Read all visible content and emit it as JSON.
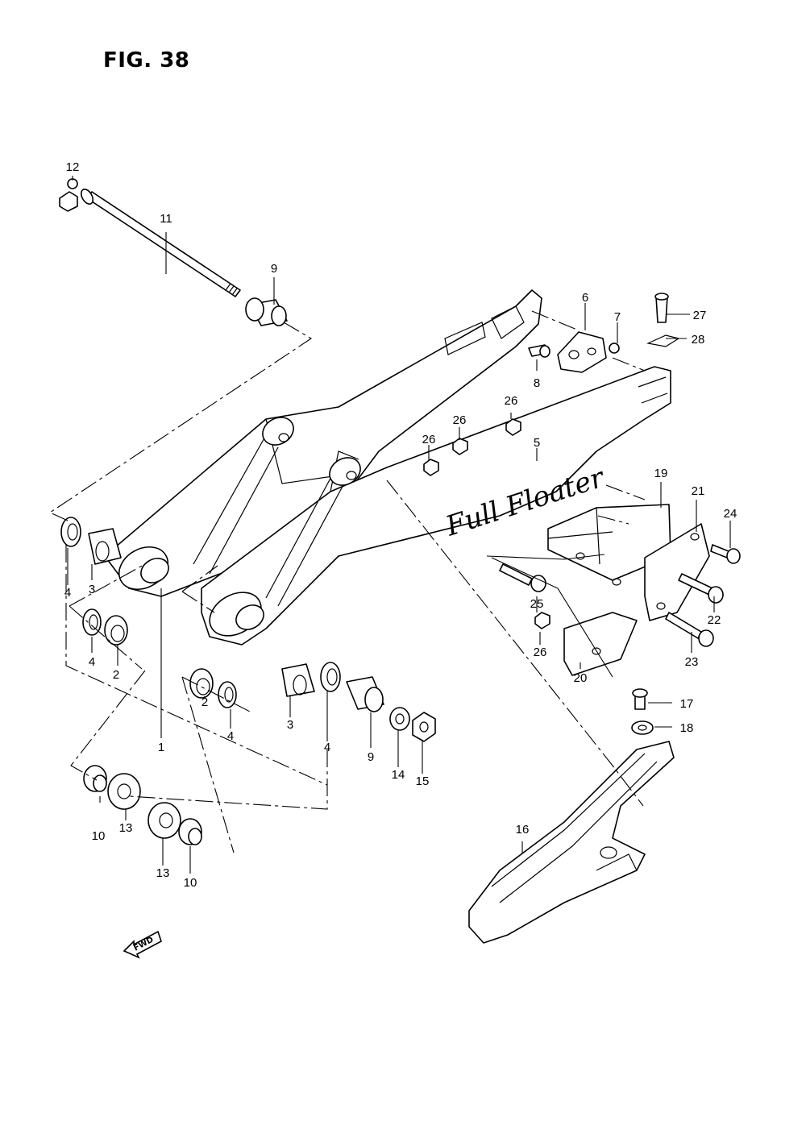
{
  "figure": {
    "title": "FIG. 38"
  },
  "callouts": {
    "c1": "1",
    "c2a": "2",
    "c2b": "2",
    "c3a": "3",
    "c3b": "3",
    "c4a": "4",
    "c4b": "4",
    "c4c": "4",
    "c4d": "4",
    "c5": "5",
    "c6": "6",
    "c7": "7",
    "c8": "8",
    "c9a": "9",
    "c9b": "9",
    "c10a": "10",
    "c10b": "10",
    "c11": "11",
    "c12": "12",
    "c13a": "13",
    "c13b": "13",
    "c14": "14",
    "c15": "15",
    "c16": "16",
    "c17": "17",
    "c18": "18",
    "c19": "19",
    "c20": "20",
    "c21": "21",
    "c22": "22",
    "c23": "23",
    "c24": "24",
    "c25": "25",
    "c26a": "26",
    "c26b": "26",
    "c26c": "26",
    "c26d": "26",
    "c27": "27",
    "c28": "28"
  },
  "decal": {
    "text": "Full Floater"
  },
  "fwd": {
    "label": "FWD"
  }
}
